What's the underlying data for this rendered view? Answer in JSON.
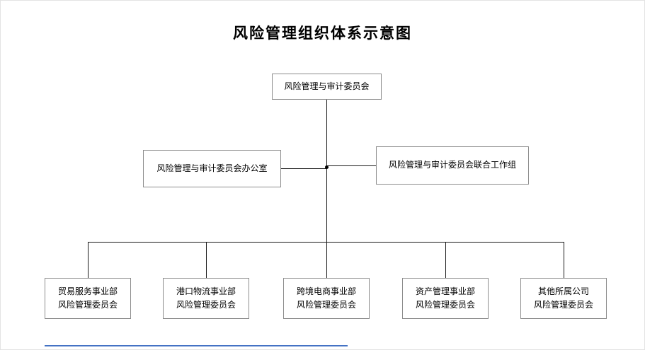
{
  "title": "风险管理组织体系示意图",
  "nodes": {
    "top": "风险管理与审计委员会",
    "office": "风险管理与审计委员会办公室",
    "joint": "风险管理与审计委员会联合工作组"
  },
  "bottom_nodes": [
    {
      "line1": "贸易服务事业部",
      "line2": "风险管理委员会"
    },
    {
      "line1": "港口物流事业部",
      "line2": "风险管理委员会"
    },
    {
      "line1": "跨境电商事业部",
      "line2": "风险管理委员会"
    },
    {
      "line1": "资产管理事业部",
      "line2": "风险管理委员会"
    },
    {
      "line1": "其他所属公司",
      "line2": "风险管理委员会"
    }
  ],
  "colors": {
    "box_border": "#8c8c8c",
    "connector_line": "#1a1a1a",
    "accent_blue": "#4472c4"
  }
}
